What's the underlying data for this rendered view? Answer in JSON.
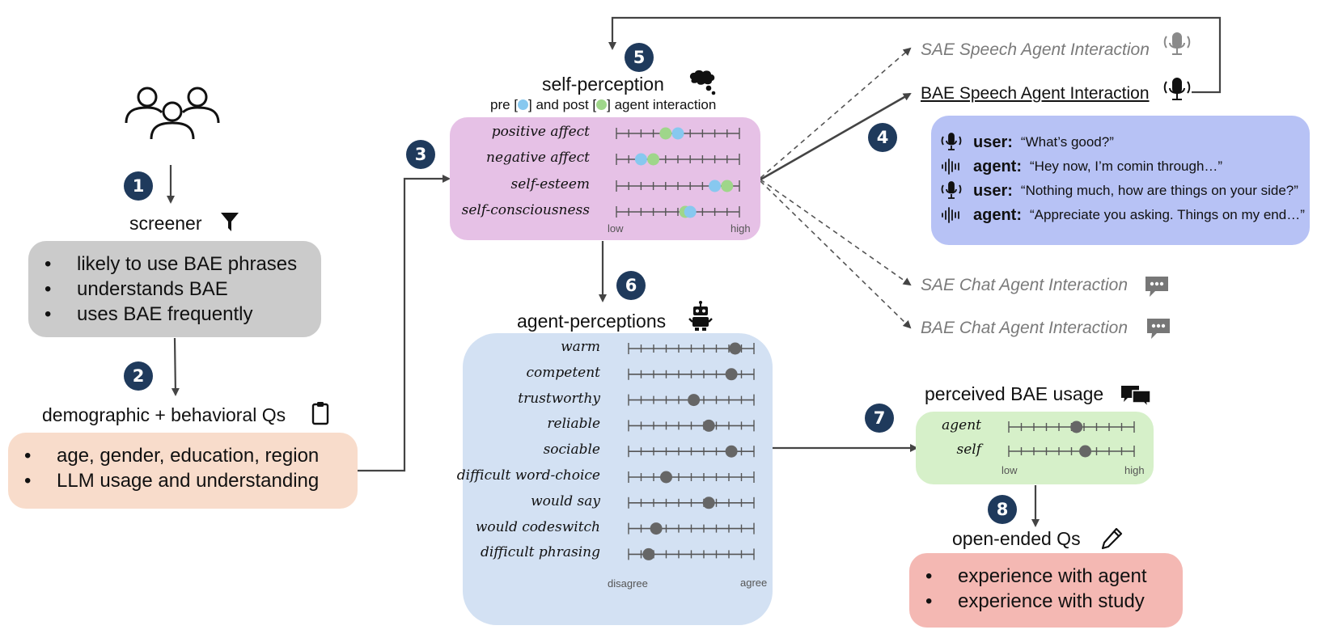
{
  "steps": {
    "s1": "1",
    "s2": "2",
    "s3": "3",
    "s4": "4",
    "s5": "5",
    "s6": "6",
    "s7": "7",
    "s8": "8"
  },
  "screener": {
    "title": "screener",
    "icon": "funnel-icon",
    "items": [
      "likely to use BAE phrases",
      "understands BAE",
      "uses BAE frequently"
    ]
  },
  "demographic": {
    "title": "demographic + behavioral Qs",
    "icon": "clipboard-icon",
    "items": [
      "age, gender, education, region",
      "LLM usage and understanding"
    ]
  },
  "self_perception": {
    "title": "self-perception",
    "subtitle_pre": "pre [",
    "subtitle_mid": "] and post [",
    "subtitle_post": "] agent interaction",
    "icon": "thought-bubble-icon",
    "low_label": "low",
    "high_label": "high",
    "pre_color": "#87c8ef",
    "post_color": "#9fd68a",
    "scales": [
      {
        "label": "positive affect",
        "pre": 5,
        "post": 4
      },
      {
        "label": "negative affect",
        "pre": 2,
        "post": 3
      },
      {
        "label": "self-esteem",
        "pre": 8,
        "post": 9
      },
      {
        "label": "self-consciousness",
        "pre": 6,
        "post": 5.6
      }
    ]
  },
  "interactions": {
    "sae_speech": "SAE Speech Agent Interaction",
    "bae_speech": "BAE Speech Agent Interaction",
    "sae_chat": "SAE Chat Agent Interaction",
    "bae_chat": "BAE Chat Agent Interaction",
    "speech_icon": "microphone-icon",
    "chat_icon": "chat-bubble-icon"
  },
  "conversation": [
    {
      "who": "user:",
      "msg": "“What’s good?”",
      "icon": "microphone-icon"
    },
    {
      "who": "agent:",
      "msg": "“Hey now, I’m comin through…”",
      "icon": "soundwave-icon"
    },
    {
      "who": "user:",
      "msg": "“Nothing much, how are things on your side?”",
      "icon": "microphone-icon"
    },
    {
      "who": "agent:",
      "msg": "“Appreciate you asking. Things on my end…”",
      "icon": "soundwave-icon"
    }
  ],
  "agent_perceptions": {
    "title": "agent-perceptions",
    "icon": "robot-icon",
    "low_label": "disagree",
    "high_label": "agree",
    "marker_color": "#666666",
    "scales": [
      {
        "label": "warm",
        "value": 8.5
      },
      {
        "label": "competent",
        "value": 8.2
      },
      {
        "label": "trustworthy",
        "value": 5.2
      },
      {
        "label": "reliable",
        "value": 6.4
      },
      {
        "label": "sociable",
        "value": 8.2
      },
      {
        "label": "difficult word-choice",
        "value": 3.0
      },
      {
        "label": "would say",
        "value": 6.4
      },
      {
        "label": "would codeswitch",
        "value": 2.2
      },
      {
        "label": "difficult phrasing",
        "value": 1.6
      }
    ]
  },
  "bae_usage": {
    "title": "perceived BAE usage",
    "icon": "speech-bubbles-icon",
    "low_label": "low",
    "high_label": "high",
    "marker_color": "#666666",
    "scales": [
      {
        "label": "agent",
        "value": 5.4
      },
      {
        "label": "self",
        "value": 6.1
      }
    ]
  },
  "open_ended": {
    "title": "open-ended Qs",
    "icon": "pen-icon",
    "items": [
      "experience with agent",
      "experience with study"
    ]
  },
  "colors": {
    "badge": "#1f3a5c",
    "screener_box": "#cbcbcb",
    "demographic_box": "#f8dccb",
    "self_box": "#e6c1e6",
    "agent_box": "#d3e1f3",
    "conversation_box": "#b7c2f5",
    "usage_box": "#d6f0c9",
    "open_box": "#f4b8b3"
  }
}
